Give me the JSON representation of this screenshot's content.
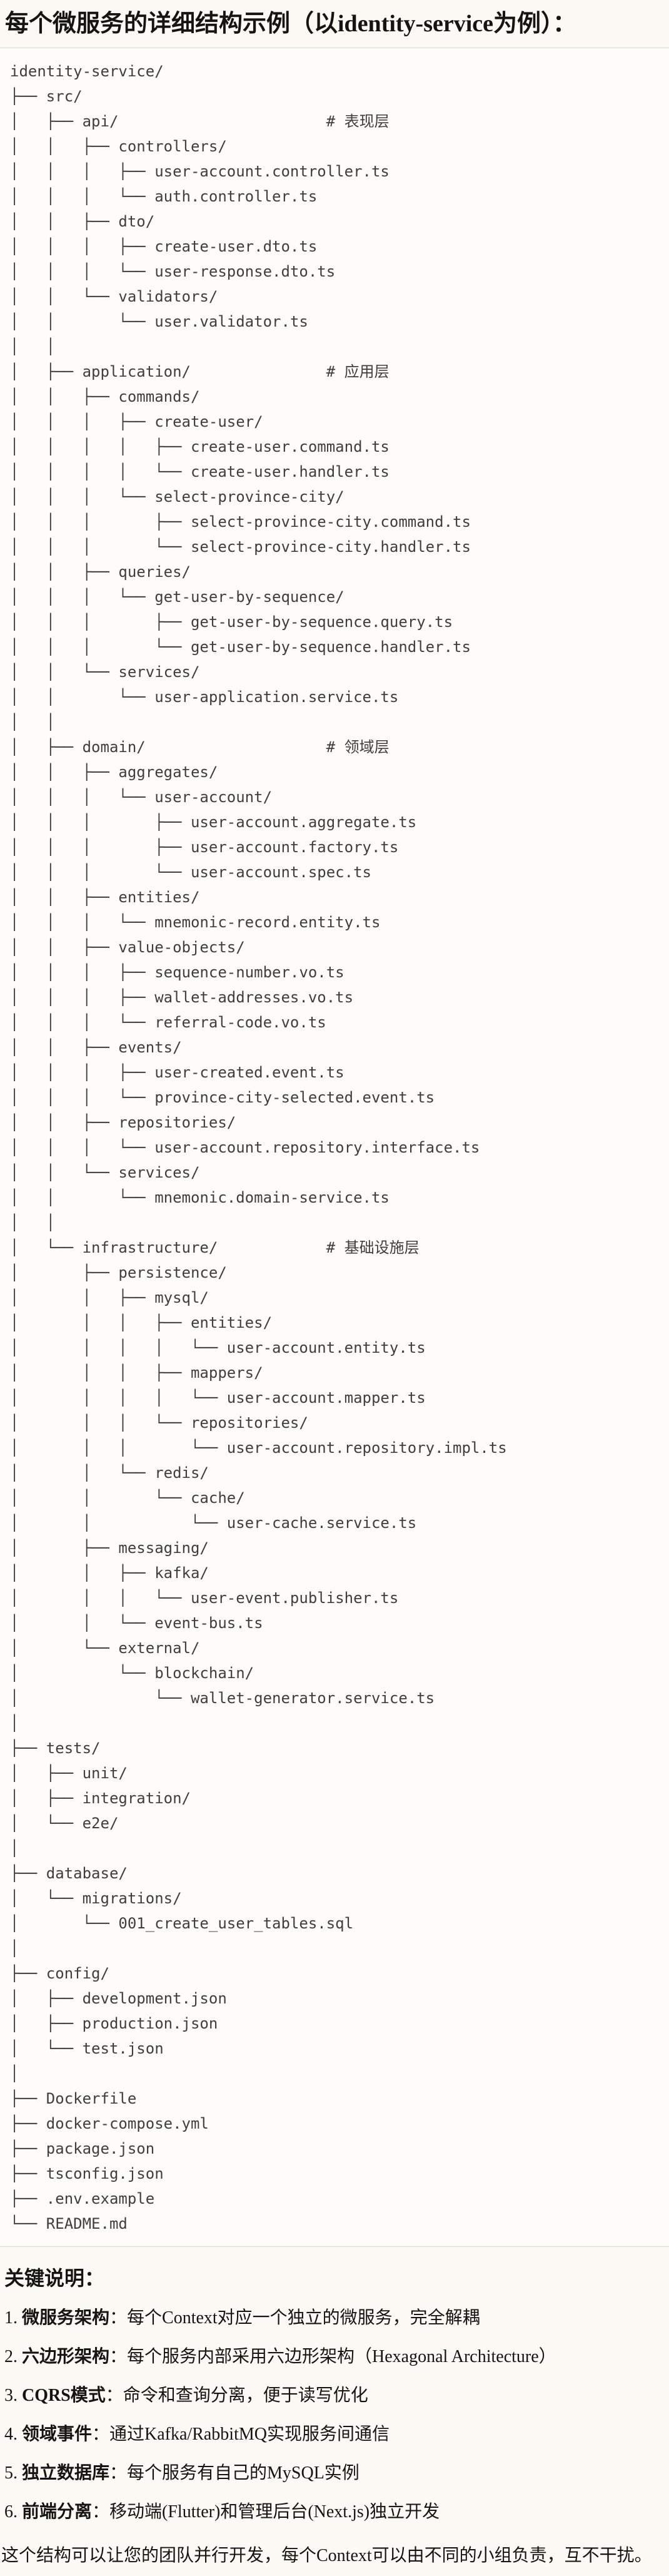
{
  "page": {
    "title": "每个微服务的详细结构示例（以identity-service为例）："
  },
  "tree": {
    "lines": [
      "identity-service/",
      "├── src/",
      "│   ├── api/                       # 表现层",
      "│   │   ├── controllers/",
      "│   │   │   ├── user-account.controller.ts",
      "│   │   │   └── auth.controller.ts",
      "│   │   ├── dto/",
      "│   │   │   ├── create-user.dto.ts",
      "│   │   │   └── user-response.dto.ts",
      "│   │   └── validators/",
      "│   │       └── user.validator.ts",
      "│   │",
      "│   ├── application/               # 应用层",
      "│   │   ├── commands/",
      "│   │   │   ├── create-user/",
      "│   │   │   │   ├── create-user.command.ts",
      "│   │   │   │   └── create-user.handler.ts",
      "│   │   │   └── select-province-city/",
      "│   │   │       ├── select-province-city.command.ts",
      "│   │   │       └── select-province-city.handler.ts",
      "│   │   ├── queries/",
      "│   │   │   └── get-user-by-sequence/",
      "│   │   │       ├── get-user-by-sequence.query.ts",
      "│   │   │       └── get-user-by-sequence.handler.ts",
      "│   │   └── services/",
      "│   │       └── user-application.service.ts",
      "│   │",
      "│   ├── domain/                    # 领域层",
      "│   │   ├── aggregates/",
      "│   │   │   └── user-account/",
      "│   │   │       ├── user-account.aggregate.ts",
      "│   │   │       ├── user-account.factory.ts",
      "│   │   │       └── user-account.spec.ts",
      "│   │   ├── entities/",
      "│   │   │   └── mnemonic-record.entity.ts",
      "│   │   ├── value-objects/",
      "│   │   │   ├── sequence-number.vo.ts",
      "│   │   │   ├── wallet-addresses.vo.ts",
      "│   │   │   └── referral-code.vo.ts",
      "│   │   ├── events/",
      "│   │   │   ├── user-created.event.ts",
      "│   │   │   └── province-city-selected.event.ts",
      "│   │   ├── repositories/",
      "│   │   │   └── user-account.repository.interface.ts",
      "│   │   └── services/",
      "│   │       └── mnemonic.domain-service.ts",
      "│   │",
      "│   └── infrastructure/            # 基础设施层",
      "│       ├── persistence/",
      "│       │   ├── mysql/",
      "│       │   │   ├── entities/",
      "│       │   │   │   └── user-account.entity.ts",
      "│       │   │   ├── mappers/",
      "│       │   │   │   └── user-account.mapper.ts",
      "│       │   │   └── repositories/",
      "│       │   │       └── user-account.repository.impl.ts",
      "│       │   └── redis/",
      "│       │       └── cache/",
      "│       │           └── user-cache.service.ts",
      "│       ├── messaging/",
      "│       │   ├── kafka/",
      "│       │   │   └── user-event.publisher.ts",
      "│       │   └── event-bus.ts",
      "│       └── external/",
      "│           └── blockchain/",
      "│               └── wallet-generator.service.ts",
      "│",
      "├── tests/",
      "│   ├── unit/",
      "│   ├── integration/",
      "│   └── e2e/",
      "│",
      "├── database/",
      "│   └── migrations/",
      "│       └── 001_create_user_tables.sql",
      "│",
      "├── config/",
      "│   ├── development.json",
      "│   ├── production.json",
      "│   └── test.json",
      "│",
      "├── Dockerfile",
      "├── docker-compose.yml",
      "├── package.json",
      "├── tsconfig.json",
      "├── .env.example",
      "└── README.md"
    ]
  },
  "notes": {
    "heading": "关键说明：",
    "items": [
      {
        "num": "1.",
        "label": "微服务架构",
        "text": "：每个Context对应一个独立的微服务，完全解耦"
      },
      {
        "num": "2.",
        "label": "六边形架构",
        "text": "：每个服务内部采用六边形架构（Hexagonal Architecture）"
      },
      {
        "num": "3.",
        "label": "CQRS模式",
        "text": "：命令和查询分离，便于读写优化"
      },
      {
        "num": "4.",
        "label": "领域事件",
        "text": "：通过Kafka/RabbitMQ实现服务间通信"
      },
      {
        "num": "5.",
        "label": "独立数据库",
        "text": "：每个服务有自己的MySQL实例"
      },
      {
        "num": "6.",
        "label": "前端分离",
        "text": "：移动端(Flutter)和管理后台(Next.js)独立开发"
      }
    ],
    "footer": "这个结构可以让您的团队并行开发，每个Context可以由不同的小组负责，互不干扰。"
  },
  "colors": {
    "page-bg": "#faf9f4",
    "code-bg": "#fdfcfa",
    "border": "#dad8d2",
    "tree-color": "#3f3e3b",
    "text-color": "#141413"
  }
}
